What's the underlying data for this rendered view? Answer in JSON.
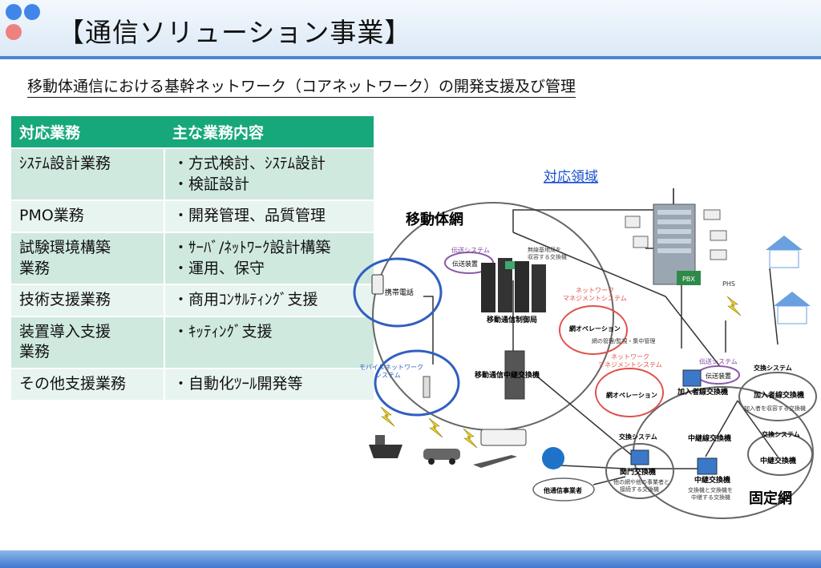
{
  "header": {
    "title": "【通信ソリューション事業】"
  },
  "subtitle": "移動体通信における基幹ネットワーク（コアネットワーク）の開発支援及び管理",
  "table": {
    "headers": [
      "対応業務",
      "主な業務内容"
    ],
    "rows": [
      {
        "task": [
          "ｼｽﾃﾑ設計業務"
        ],
        "content": [
          "・方式検討、ｼｽﾃﾑ設計",
          "・検証設計"
        ]
      },
      {
        "task": [
          "PMO業務"
        ],
        "content": [
          "・開発管理、品質管理"
        ]
      },
      {
        "task": [
          "試験環境構築",
          "業務"
        ],
        "content": [
          "・ｻｰﾊﾞ/ﾈｯﾄﾜｰｸ設計構築",
          "・運用、保守"
        ]
      },
      {
        "task": [
          "技術支援業務"
        ],
        "content": [
          "・商用ｺﾝｻﾙﾃｨﾝｸﾞ支援"
        ]
      },
      {
        "task": [
          "装置導入支援",
          "業務"
        ],
        "content": [
          "・ｷｯﾃｨﾝｸﾞ支援"
        ]
      },
      {
        "task": [
          "その他支援業務"
        ],
        "content": [
          "・自動化ﾂｰﾙ開発等"
        ]
      }
    ]
  },
  "diagram": {
    "scope_label": "対応領域",
    "mobile_network": "移動体網",
    "fixed_network": "固定網",
    "transmission_system": "伝送システム",
    "transmission_device": "伝送装置",
    "radio_note": "無線基地局を\n収容する交換機",
    "mobile_control_station": "移動通信制御局",
    "mobile_relay_switch": "移動通信中継交換機",
    "mobile_phone": "携帯電話",
    "mobile_network_system": "モバイルネットワーク\nシステム",
    "nms": "ネットワーク\nマネジメントシステム",
    "net_operation": "網オペレーション",
    "nms_note": "網の管理/監視・集中管理",
    "pbx": "PBX",
    "phs": "PHS",
    "subscriber_switch": "加入者線交換機",
    "subscriber_note": "加入者を収容する交換機",
    "switching_system": "交換システム",
    "tandem_switch": "中継線交換機",
    "gateway_switch": "関門交換機",
    "gateway_note": "他の網や他の事業者と\n接続する交換機",
    "relay_switch": "中継交換機",
    "relay_note": "交換機と交換機を\n中継する交換機",
    "other_carrier": "他通信事業者"
  },
  "colors": {
    "accent": "#16a77a",
    "header_line": "#4a86d4",
    "row_odd": "#cfe9df",
    "row_even": "#e8f4ef",
    "dot_blue": "#3f86e8",
    "dot_red": "#ee8080",
    "nms_red": "#e0504a",
    "mobile_blue": "#2f5fc0"
  }
}
